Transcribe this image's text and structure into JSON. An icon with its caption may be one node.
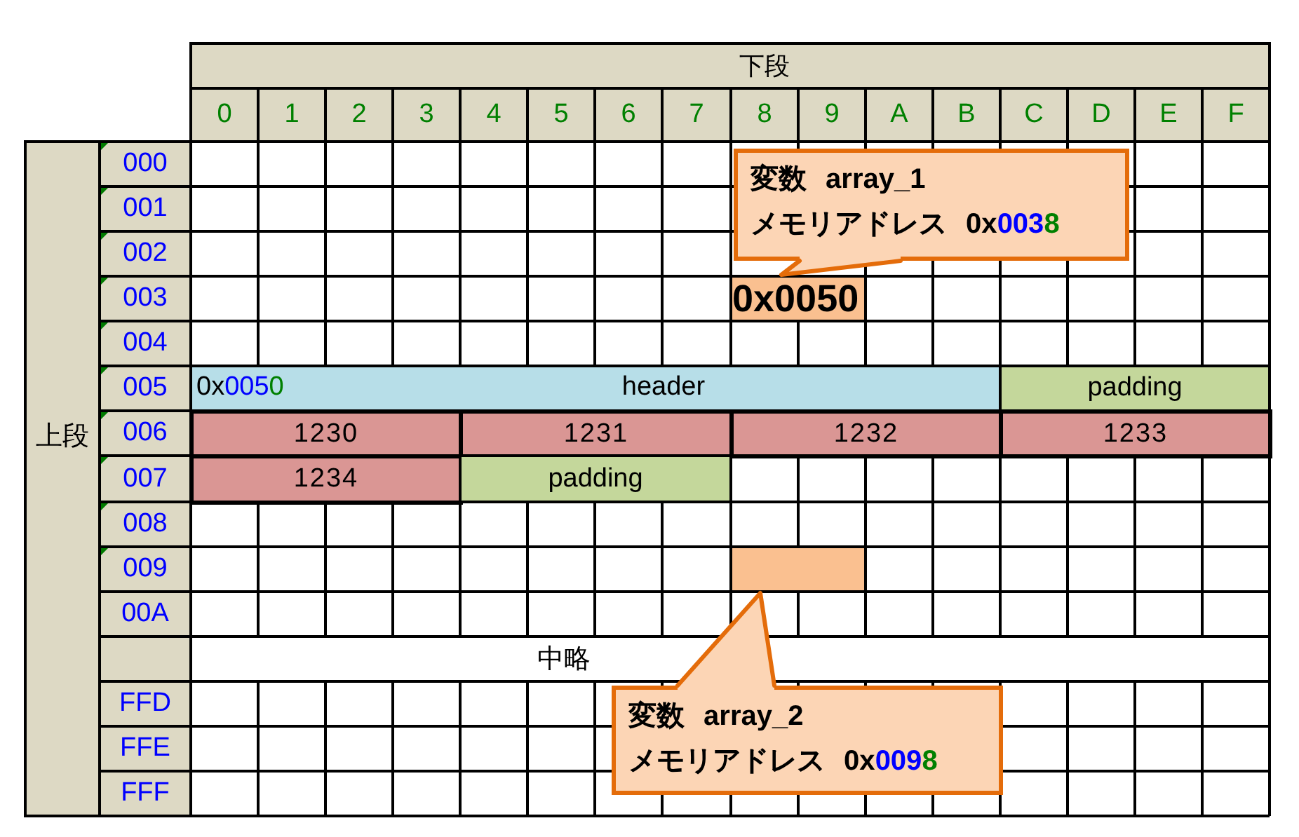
{
  "diagram": {
    "nodes": [
      {
        "text": [
          "変数 array_1",
          "メモリアドレス 0x0038"
        ]
      },
      {
        "text": [
          "0x0050"
        ]
      },
      {
        "text": [
          "0x0050",
          "header"
        ]
      },
      {
        "text": [
          "padding"
        ]
      },
      {
        "text": [
          "1230"
        ]
      },
      {
        "text": [
          "1231"
        ]
      },
      {
        "text": [
          "1232"
        ]
      },
      {
        "text": [
          "1233"
        ]
      },
      {
        "text": [
          "1234"
        ]
      },
      {
        "text": [
          "padding"
        ]
      },
      {
        "text": [],
        "shape": "box"
      },
      {
        "text": [
          "変数 array_2",
          "メモリアドレス 0x0098"
        ]
      }
    ],
    "edges": [
      {
        "from": 0,
        "to": 1,
        "arrow": "none"
      },
      {
        "from": 11,
        "to": 10,
        "arrow": "none"
      }
    ],
    "labels": [
      "下段",
      "0",
      "1",
      "2",
      "3",
      "4",
      "5",
      "6",
      "7",
      "8",
      "9",
      "A",
      "B",
      "C",
      "D",
      "E",
      "F",
      "上段",
      "000",
      "001",
      "002",
      "003",
      "004",
      "005",
      "006",
      "007",
      "008",
      "009",
      "00A",
      "中略",
      "FFD",
      "FFE",
      "FFF"
    ]
  }
}
